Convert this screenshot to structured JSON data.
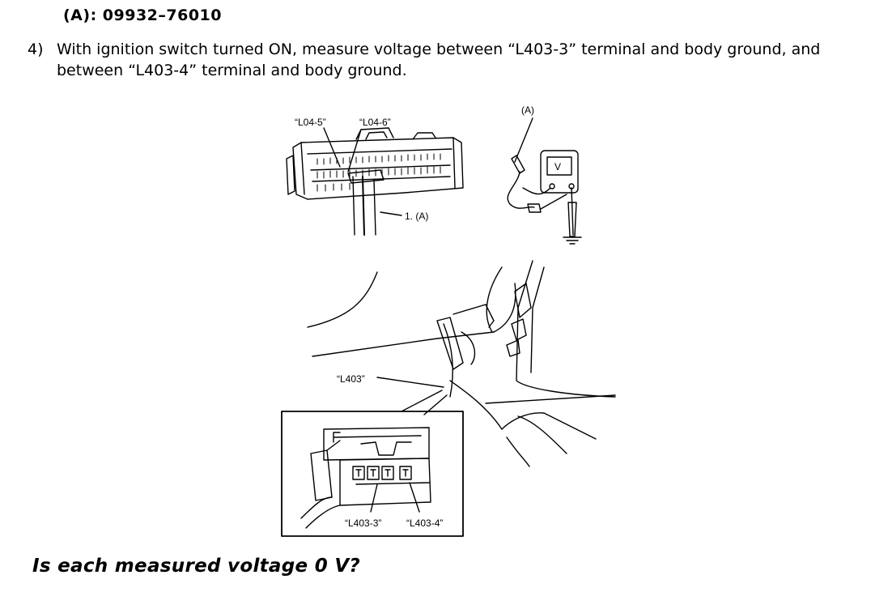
{
  "doc": {
    "tool_ref": "(A): 09932–76010",
    "step": {
      "number": "4)",
      "text": "With ignition switch turned ON, measure voltage between “L403-3” terminal and body ground, and between “L403-4” terminal and body ground."
    },
    "figure": {
      "label_l04_5": "“L04-5”",
      "label_l04_6": "“L04-6”",
      "label_tool": "(A)",
      "label_part": "1. (A)",
      "label_meter": "V",
      "label_l403": "“L403”",
      "label_l403_3": "“L403-3”",
      "label_l403_4": "“L403-4”"
    },
    "question": "Is each measured voltage 0 V?"
  }
}
